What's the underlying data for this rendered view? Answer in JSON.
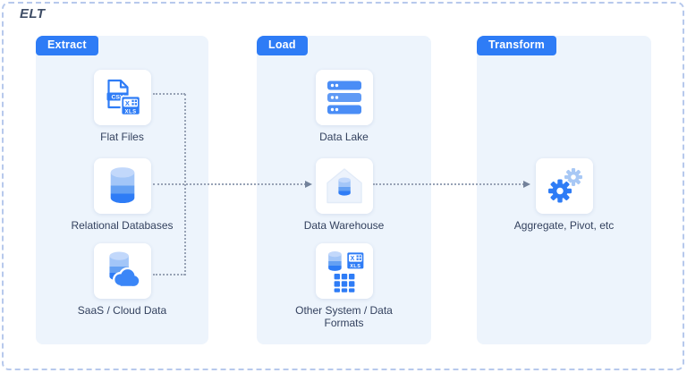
{
  "title": "ELT",
  "panels": [
    {
      "label": "Extract",
      "items": [
        {
          "label": "Flat Files",
          "icon": "flat-files-icon"
        },
        {
          "label": "Relational Databases",
          "icon": "database-icon"
        },
        {
          "label": "SaaS / Cloud Data",
          "icon": "saas-cloud-icon"
        }
      ]
    },
    {
      "label": "Load",
      "items": [
        {
          "label": "Data Lake",
          "icon": "server-stack-icon"
        },
        {
          "label": "Data Warehouse",
          "icon": "warehouse-icon"
        },
        {
          "label": "Other System / Data Formats",
          "icon": "mixed-formats-icon"
        }
      ]
    },
    {
      "label": "Transform",
      "items": [
        {
          "label": "Aggregate, Pivot, etc",
          "icon": "gears-icon"
        }
      ]
    }
  ],
  "icon_text": {
    "csv": "CSV",
    "xls": "XLS",
    "x": "X"
  },
  "colors": {
    "primary_blue": "#2e7cf6",
    "panel_bg": "#edf4fc",
    "dashed_border": "#b7c9ec",
    "connector_dots": "#97a2b5",
    "arrowhead": "#73829b",
    "label_text": "#33415e",
    "title_text": "#3e4d66",
    "light_gear": "#a8c8f5",
    "cylinder_top": "#c2d8fb"
  }
}
